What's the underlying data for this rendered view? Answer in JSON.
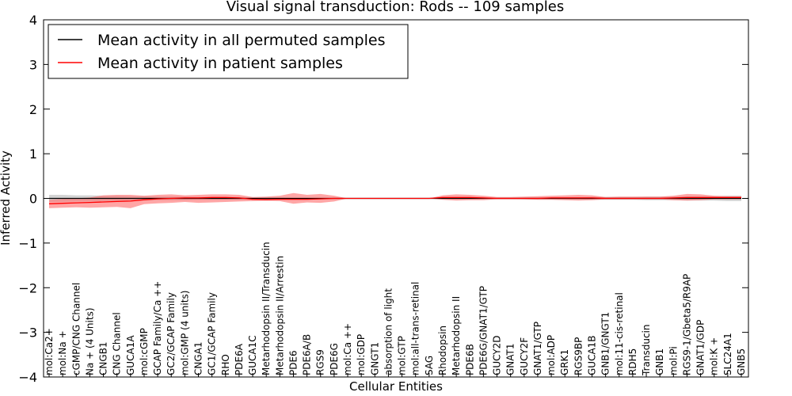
{
  "chart_data": {
    "type": "line",
    "title": "Visual signal transduction: Rods -- 109 samples",
    "xlabel": "Cellular Entities",
    "ylabel": "Inferred Activity",
    "ylim": [
      -4,
      4
    ],
    "yticks": [
      "−4",
      "−3",
      "−2",
      "−1",
      "0",
      "1",
      "2",
      "3",
      "4"
    ],
    "legend_position": "upper-left",
    "grid": false,
    "categories": [
      "mol:Ca2+",
      "mol:Na +",
      "cGMP/CNG Channel",
      "Na + (4 Units)",
      "CNGB1",
      "CNG Channel",
      "GUCA1A",
      "mol:cGMP",
      "GCAP Family/Ca ++",
      "GC2/GCAP Family",
      "mol:GMP (4 units)",
      "CNGA1",
      "GC1/GCAP Family",
      "RHO",
      "PDE6A",
      "GUCA1C",
      "Metarhodopsin II/Transducin",
      "Metarhodopsin II/Arrestin",
      "PDE6",
      "PDE6A/B",
      "RGS9",
      "PDE6G",
      "mol:Ca ++",
      "mol:GDP",
      "GNGT1",
      "absorption of light",
      "mol:GTP",
      "mol:all-trans-retinal",
      "SAG",
      "Rhodopsin",
      "Metarhodopsin II",
      "PDE6B",
      "PDE6G/GNAT1/GTP",
      "GUCY2D",
      "GNAT1",
      "GUCY2F",
      "GNAT1/GTP",
      "mol:ADP",
      "GRK1",
      "RGS9BP",
      "GUCA1B",
      "GNB1/GNGT1",
      "mol:11-cis-retinal",
      "RDH5",
      "Transducin",
      "GNB1",
      "mol:Pi",
      "RGS9-1/Gbeta5/R9AP",
      "GNAT1/GDP",
      "mol:K +",
      "SLC24A1",
      "GNB5"
    ],
    "series": [
      {
        "name": "Mean activity in all permuted samples",
        "color": "#000000",
        "values": [
          0.0,
          0.0,
          0.0,
          0.0,
          0.0,
          0.0,
          0.0,
          0.0,
          0.0,
          0.0,
          0.0,
          0.0,
          0.0,
          0.0,
          0.0,
          0.0,
          0.0,
          0.0,
          0.0,
          0.0,
          0.0,
          0.0,
          0.0,
          0.0,
          0.0,
          0.0,
          0.0,
          0.0,
          0.0,
          0.0,
          0.0,
          0.0,
          0.0,
          0.0,
          0.0,
          0.0,
          0.0,
          0.0,
          0.0,
          0.0,
          0.0,
          0.0,
          0.0,
          0.0,
          0.0,
          0.0,
          0.0,
          0.0,
          0.0,
          0.0,
          0.0,
          0.0
        ],
        "band_lower": [
          -0.08,
          -0.08,
          -0.07,
          -0.07,
          -0.06,
          -0.06,
          -0.05,
          -0.05,
          -0.04,
          -0.04,
          -0.04,
          -0.03,
          -0.03,
          -0.03,
          -0.03,
          -0.02,
          -0.02,
          -0.02,
          -0.01,
          -0.01,
          -0.01,
          -0.01,
          -0.01,
          -0.01,
          -0.01,
          -0.01,
          -0.01,
          -0.01,
          -0.01,
          -0.01,
          -0.01,
          -0.01,
          -0.01,
          -0.01,
          -0.01,
          -0.02,
          -0.02,
          -0.02,
          -0.02,
          -0.02,
          -0.03,
          -0.03,
          -0.03,
          -0.03,
          -0.04,
          -0.04,
          -0.04,
          -0.05,
          -0.05,
          -0.05,
          -0.06,
          -0.06
        ],
        "band_upper": [
          0.08,
          0.08,
          0.07,
          0.07,
          0.06,
          0.06,
          0.05,
          0.05,
          0.04,
          0.04,
          0.04,
          0.03,
          0.03,
          0.03,
          0.03,
          0.02,
          0.02,
          0.02,
          0.01,
          0.01,
          0.01,
          0.01,
          0.01,
          0.01,
          0.01,
          0.01,
          0.01,
          0.01,
          0.01,
          0.01,
          0.01,
          0.01,
          0.01,
          0.01,
          0.01,
          0.02,
          0.02,
          0.02,
          0.02,
          0.02,
          0.03,
          0.03,
          0.03,
          0.03,
          0.04,
          0.04,
          0.04,
          0.05,
          0.05,
          0.05,
          0.06,
          0.06
        ]
      },
      {
        "name": "Mean activity in patient samples",
        "color": "#ff0000",
        "values": [
          -0.12,
          -0.11,
          -0.1,
          -0.09,
          -0.08,
          -0.07,
          -0.06,
          -0.03,
          -0.01,
          0.0,
          0.01,
          0.01,
          0.02,
          0.02,
          0.01,
          -0.02,
          -0.03,
          -0.02,
          -0.02,
          -0.02,
          -0.01,
          0.0,
          0.0,
          0.0,
          0.0,
          0.0,
          0.0,
          0.0,
          0.0,
          0.02,
          0.02,
          0.02,
          0.01,
          0.0,
          0.0,
          0.0,
          0.0,
          0.01,
          0.01,
          0.01,
          0.01,
          0.0,
          0.0,
          0.0,
          0.0,
          0.0,
          0.01,
          0.02,
          0.02,
          0.02,
          0.02,
          0.02
        ],
        "band_lower": [
          -0.22,
          -0.21,
          -0.2,
          -0.21,
          -0.2,
          -0.19,
          -0.22,
          -0.13,
          -0.11,
          -0.1,
          -0.08,
          -0.1,
          -0.09,
          -0.08,
          -0.07,
          -0.06,
          -0.05,
          -0.06,
          -0.12,
          -0.09,
          -0.1,
          -0.07,
          0.0,
          0.0,
          0.0,
          0.0,
          0.0,
          0.0,
          0.0,
          -0.03,
          -0.05,
          -0.04,
          -0.04,
          -0.02,
          -0.02,
          -0.02,
          -0.03,
          -0.03,
          -0.04,
          -0.05,
          -0.04,
          -0.02,
          -0.02,
          -0.02,
          -0.02,
          -0.02,
          -0.04,
          -0.05,
          -0.04,
          -0.02,
          -0.02,
          -0.02
        ],
        "band_upper": [
          -0.03,
          -0.01,
          0.0,
          0.02,
          0.07,
          0.08,
          0.08,
          0.06,
          0.08,
          0.09,
          0.07,
          0.08,
          0.09,
          0.09,
          0.08,
          0.03,
          0.04,
          0.06,
          0.12,
          0.08,
          0.1,
          0.06,
          0.0,
          0.0,
          0.0,
          0.0,
          0.0,
          0.0,
          0.0,
          0.07,
          0.09,
          0.08,
          0.06,
          0.03,
          0.03,
          0.04,
          0.05,
          0.06,
          0.07,
          0.08,
          0.07,
          0.03,
          0.04,
          0.04,
          0.04,
          0.04,
          0.06,
          0.1,
          0.09,
          0.06,
          0.05,
          0.05
        ]
      }
    ]
  }
}
